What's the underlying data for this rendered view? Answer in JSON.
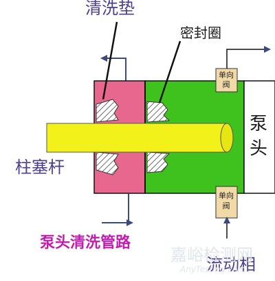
{
  "labels": {
    "cleaning_pad": "清洗垫",
    "seal_ring": "密封圈",
    "plunger_rod": "柱塞杆",
    "pump_head_char1": "泵",
    "pump_head_char2": "头",
    "cleaning_line": "泵头清洗管路",
    "mobile_phase": "流动相",
    "check_valve_top": [
      "单向",
      "阀"
    ],
    "check_valve_bottom": [
      "单向",
      "阀"
    ]
  },
  "watermark": {
    "name": "嘉峪检测网",
    "url": "AnyTesting.com"
  },
  "colors": {
    "cleaning_pad": "#e8678f",
    "seal_body": "#3fc21e",
    "plunger": "#f2f21a",
    "valve": "#f2d9a8",
    "outline": "#111111",
    "arrow": "#3a4a7a"
  }
}
